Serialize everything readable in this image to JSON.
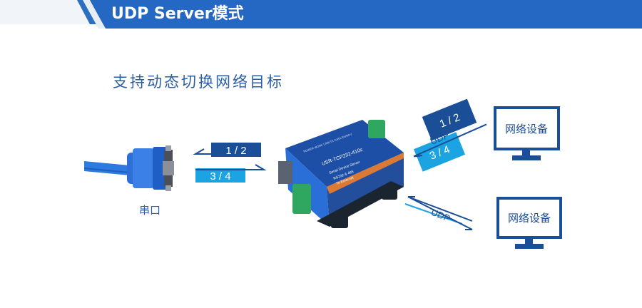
{
  "header": {
    "title": "UDP Server模式"
  },
  "subtitle": "支持动态切换网络目标",
  "serial": {
    "label": "串口"
  },
  "left_flow": {
    "top": "1 / 2",
    "bottom": "3 / 4"
  },
  "right_top_flow": {
    "top": "1 / 2",
    "bottom": "3 / 4",
    "protocol": "UDP"
  },
  "right_bottom_flow": {
    "protocol": "UDP"
  },
  "devices": [
    {
      "label": "网络设备"
    },
    {
      "label": "网络设备"
    }
  ],
  "server": {
    "model": "USR-TCP232-410s",
    "line1": "Serial Device Server",
    "line2": "RS232 & 485",
    "line3": "To Ethernet",
    "leds": "POWER  WORK  LINK/TX  DATA  RX/RDY"
  },
  "colors": {
    "dark_blue": "#1a4e96",
    "light_blue": "#1ba3e2",
    "brand": "#2b5fa8"
  }
}
